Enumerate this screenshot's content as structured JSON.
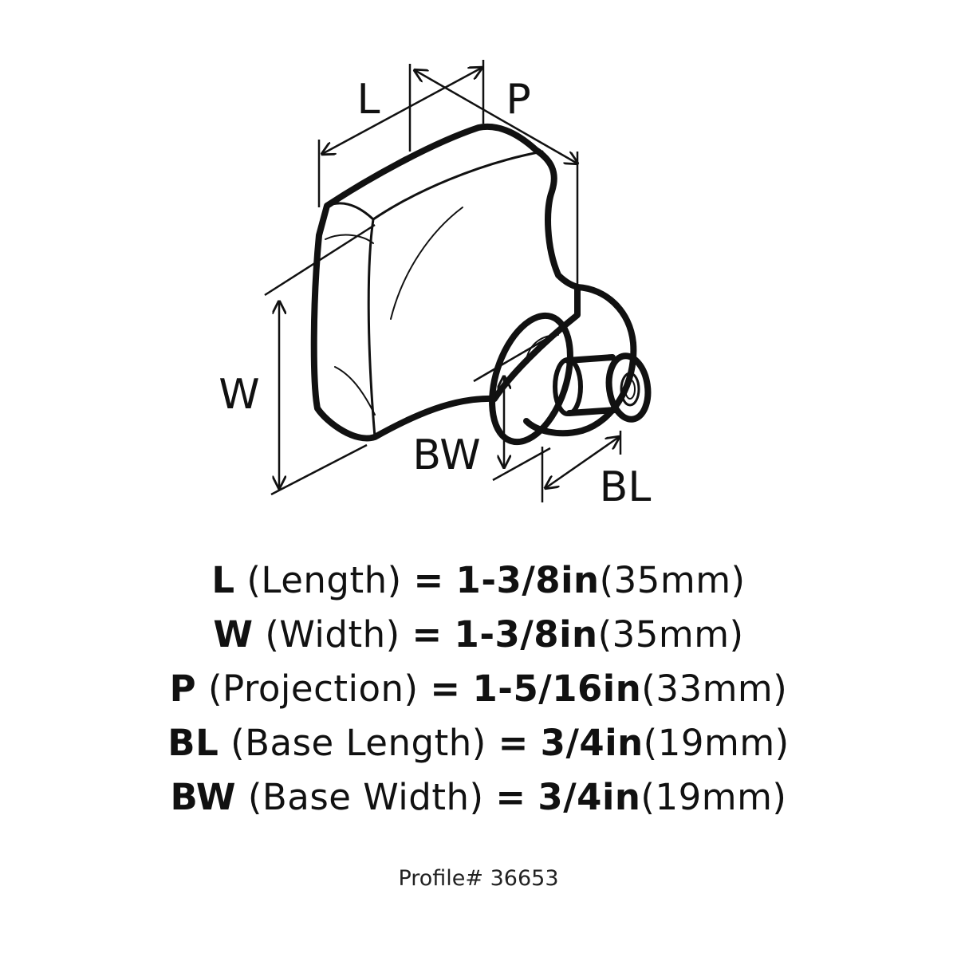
{
  "diagram": {
    "labels": {
      "L": "L",
      "P": "P",
      "W": "W",
      "BW": "BW",
      "BL": "BL"
    }
  },
  "specs": [
    {
      "code": "L",
      "name": "(Length)",
      "eq": "=",
      "imperial": "1-3/8in",
      "metric": "(35mm)"
    },
    {
      "code": "W",
      "name": "(Width)",
      "eq": "=",
      "imperial": "1-3/8in",
      "metric": "(35mm)"
    },
    {
      "code": "P",
      "name": "(Projection)",
      "eq": "=",
      "imperial": "1-5/16in",
      "metric": "(33mm)"
    },
    {
      "code": "BL",
      "name": "(Base Length)",
      "eq": "=",
      "imperial": "3/4in",
      "metric": "(19mm)"
    },
    {
      "code": "BW",
      "name": "(Base Width)",
      "eq": "=",
      "imperial": "3/4in",
      "metric": "(19mm)"
    }
  ],
  "profile": "Profile# 36653"
}
